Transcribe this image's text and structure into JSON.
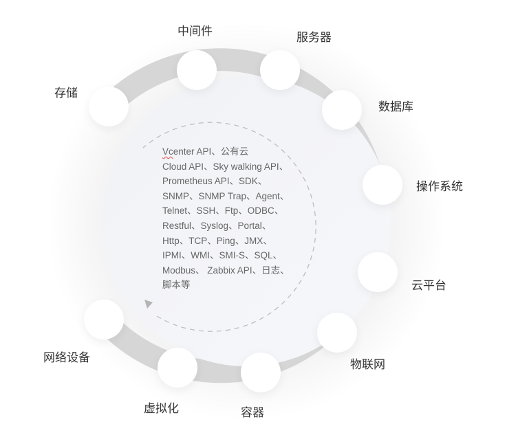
{
  "diagram": {
    "colors": {
      "ring": "#d6d6d6",
      "inner_disc": "#f3f4f8",
      "node": "#ffffff",
      "label_text": "#333333",
      "protocol_text": "#666666",
      "dashed_arc": "#bbbbbb"
    },
    "center_protocols": {
      "lines": [
        "Vcenter API、公有云",
        "Cloud API、Sky walking API、",
        "Prometheus API、SDK、",
        "SNMP、SNMP Trap、Agent、",
        "Telnet、SSH、Ftp、ODBC、",
        "Restful、Syslog、Portal、",
        "Http、TCP、Ping、JMX、",
        "IPMI、WMI、SMI-S、SQL、",
        "Modbus、 Zabbix API、日志、",
        "脚本等"
      ],
      "first_word_underlined": "Vc",
      "first_line_rest": "enter API、公有云"
    },
    "nodes": [
      {
        "label": "存储"
      },
      {
        "label": "中间件"
      },
      {
        "label": "服务器"
      },
      {
        "label": "数据库"
      },
      {
        "label": "操作系统"
      },
      {
        "label": "云平台"
      },
      {
        "label": "物联网"
      },
      {
        "label": "容器"
      },
      {
        "label": "虚拟化"
      },
      {
        "label": "网络设备"
      }
    ]
  }
}
